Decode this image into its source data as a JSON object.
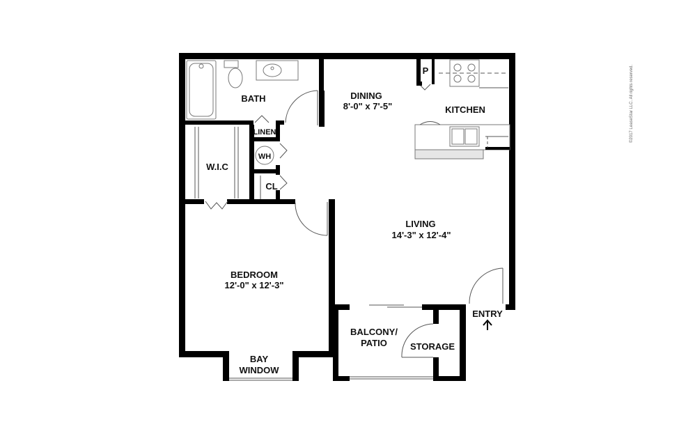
{
  "rooms": {
    "bath": "BATH",
    "dining": "DINING",
    "dining_dims": "8'-0\" x 7'-5\"",
    "kitchen": "KITCHEN",
    "pantry": "P",
    "linen": "LINEN",
    "water_heater": "WH",
    "closet": "CL",
    "wic": "W.I.C",
    "living": "LIVING",
    "living_dims": "14'-3\" x 12'-4\"",
    "bedroom": "BEDROOM",
    "bedroom_dims": "12'-0\" x 12'-3\"",
    "bay_window_1": "BAY",
    "bay_window_2": "WINDOW",
    "balcony_1": "BALCONY/",
    "balcony_2": "PATIO",
    "storage": "STORAGE",
    "entry": "ENTRY"
  },
  "copyright": "©2017 LeaseStar LLC. All rights reserved."
}
